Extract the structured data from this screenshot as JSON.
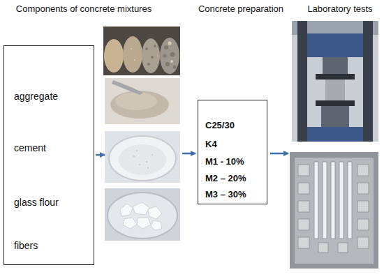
{
  "diagram": {
    "nodes": [
      {
        "text": [
          "aggregate",
          "cement",
          "glass flour",
          "fibers"
        ]
      },
      {
        "text": [
          "C25/30",
          "K4",
          "M1 - 10%",
          "M2 – 20%",
          "M3 – 30%"
        ]
      }
    ],
    "labels": [
      "Components of concrete mixtures",
      "Concrete preparation",
      "Laboratory tests"
    ]
  }
}
